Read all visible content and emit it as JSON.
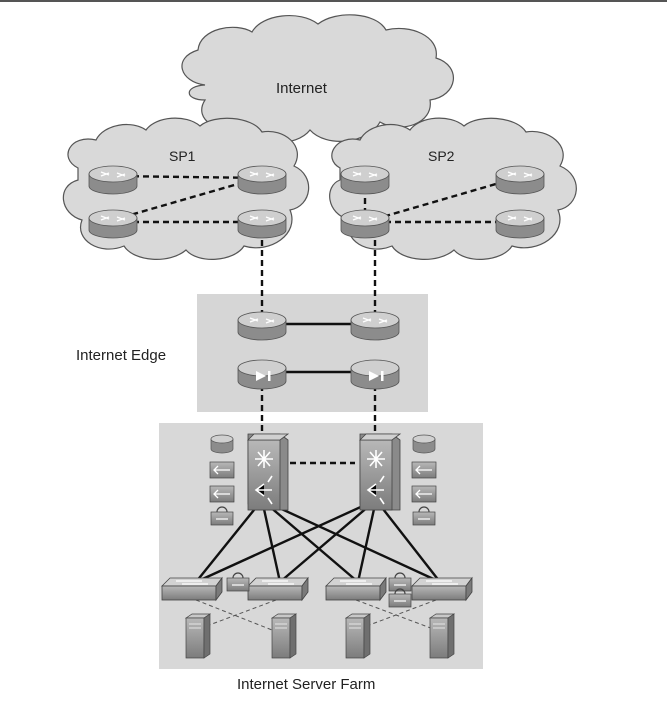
{
  "diagram": {
    "clouds": {
      "internet": "Internet",
      "sp1": "SP1",
      "sp2": "SP2"
    },
    "zones": {
      "edge": "Internet Edge",
      "server_farm": "Internet Server Farm"
    },
    "colors": {
      "cloud_fill": "#d9d9d9",
      "zone_fill": "#d6d6d6",
      "device": "#a8a8a8",
      "line": "#111111"
    },
    "icons": [
      "router-icon",
      "firewall-icon",
      "multilayer-switch-icon",
      "switch-icon",
      "server-icon",
      "appliance-icon"
    ]
  }
}
